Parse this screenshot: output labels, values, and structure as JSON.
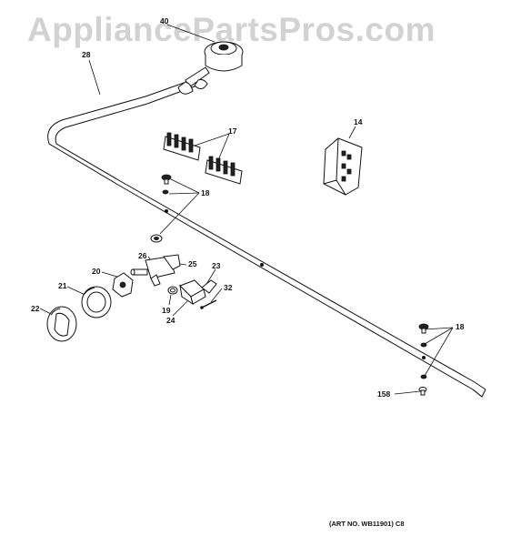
{
  "watermark": "AppliancePartsPros.com",
  "callouts": {
    "c40": "40",
    "c28": "28",
    "c14": "14",
    "c17": "17",
    "c18a": "18",
    "c26": "26",
    "c25": "25",
    "c23": "23",
    "c20": "20",
    "c21": "21",
    "c22": "22",
    "c19": "19",
    "c24": "24",
    "c32": "32",
    "c18b": "18",
    "c158": "158"
  },
  "art_number": "(ART NO. WB11901) C8"
}
